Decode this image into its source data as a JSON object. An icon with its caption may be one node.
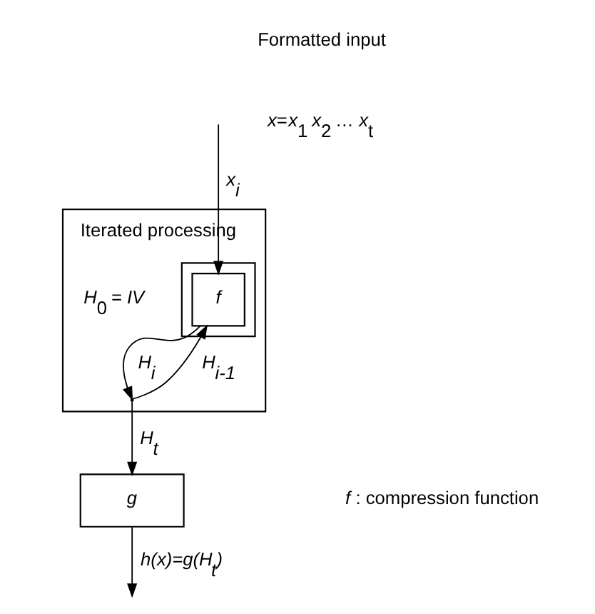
{
  "diagram": {
    "nodes": [
      {
        "text": [
          "Iterated processing"
        ]
      },
      {
        "text": [],
        "shape": "box",
        "in": 0
      },
      {
        "text": [
          "f"
        ],
        "in": 1
      },
      {
        "text": [
          "g"
        ]
      },
      {
        "text": [],
        "shape": "point",
        "in": 0
      }
    ],
    "edges": [
      {
        "from": null,
        "to": 2,
        "arrow": "to",
        "label": "x$_{i}$"
      },
      {
        "from": 2,
        "to": 4,
        "arrow": "to",
        "label": "H$_{i}$"
      },
      {
        "from": 4,
        "to": 2,
        "arrow": "to",
        "label": "H$_{i-1}$"
      },
      {
        "from": 4,
        "to": 3,
        "arrow": "to",
        "label": "H$_{t}$"
      },
      {
        "from": 3,
        "to": null,
        "arrow": "to",
        "label": "h(x)=g(H$_{t}$)"
      }
    ],
    "labels": [
      "Formatted input",
      "*x*=*x*$_{1}$ *x*$_{2}$ … *x*$_{t}$",
      "*H*$_{0}$ *= IV*",
      "*f* : compression function"
    ]
  }
}
